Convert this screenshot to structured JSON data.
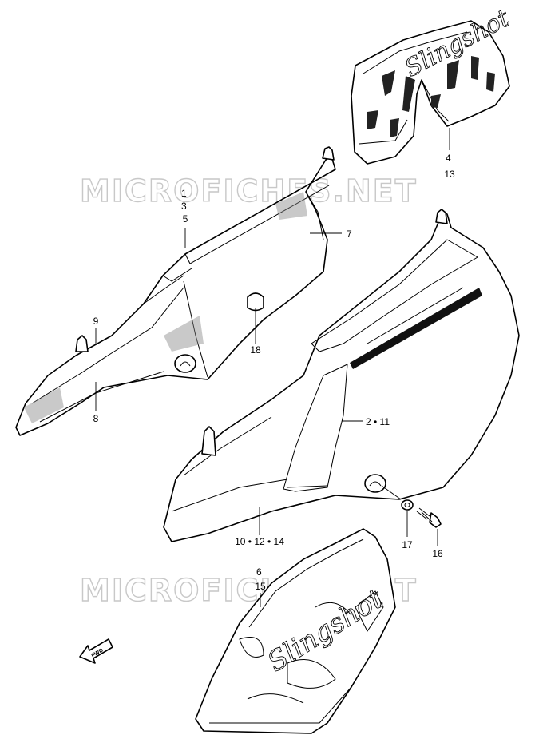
{
  "watermark": "MICROFICHES.NET",
  "fwd_label": "FWD",
  "emblem_text": "Slingshot",
  "callouts": [
    {
      "id": "c-1-3-5",
      "lines": [
        "1",
        "3",
        "5"
      ]
    },
    {
      "id": "c-7",
      "lines": [
        "7"
      ]
    },
    {
      "id": "c-9",
      "lines": [
        "9"
      ]
    },
    {
      "id": "c-8",
      "lines": [
        "8"
      ]
    },
    {
      "id": "c-18",
      "lines": [
        "18"
      ]
    },
    {
      "id": "c-4-13",
      "lines": [
        "4",
        "13"
      ]
    },
    {
      "id": "c-2-11",
      "lines": [
        "2 • 11"
      ]
    },
    {
      "id": "c-10-12-14",
      "lines": [
        "10 • 12 • 14"
      ]
    },
    {
      "id": "c-17",
      "lines": [
        "17"
      ]
    },
    {
      "id": "c-16",
      "lines": [
        "16"
      ]
    },
    {
      "id": "c-6-15",
      "lines": [
        "6",
        "15"
      ]
    }
  ]
}
